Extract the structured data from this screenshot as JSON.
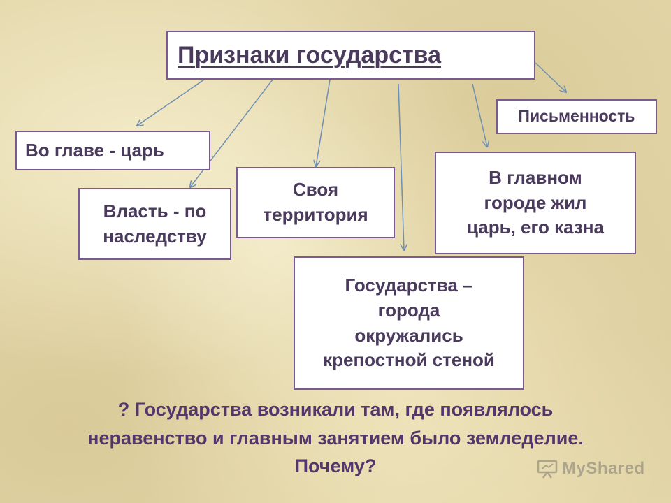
{
  "title": "Признаки государства",
  "boxes": {
    "writing": "Письменность",
    "king": "Во главе - царь",
    "power": [
      "Власть - по",
      "наследству"
    ],
    "territory": [
      "Своя",
      "территория"
    ],
    "capital": [
      "В главном",
      "городе жил",
      "царь, его казна"
    ],
    "city_state": [
      "Государства –",
      "города",
      "окружались",
      "крепостной стеной"
    ]
  },
  "question": [
    "? Государства возникали там, где появлялось",
    "неравенство и главным занятием было земледелие.",
    "Почему?"
  ],
  "watermark": "MyShared",
  "colors": {
    "arrow": "#6f8fb3",
    "border": "#7b5a93",
    "text": "#4a3a5c",
    "question": "#55366c"
  }
}
